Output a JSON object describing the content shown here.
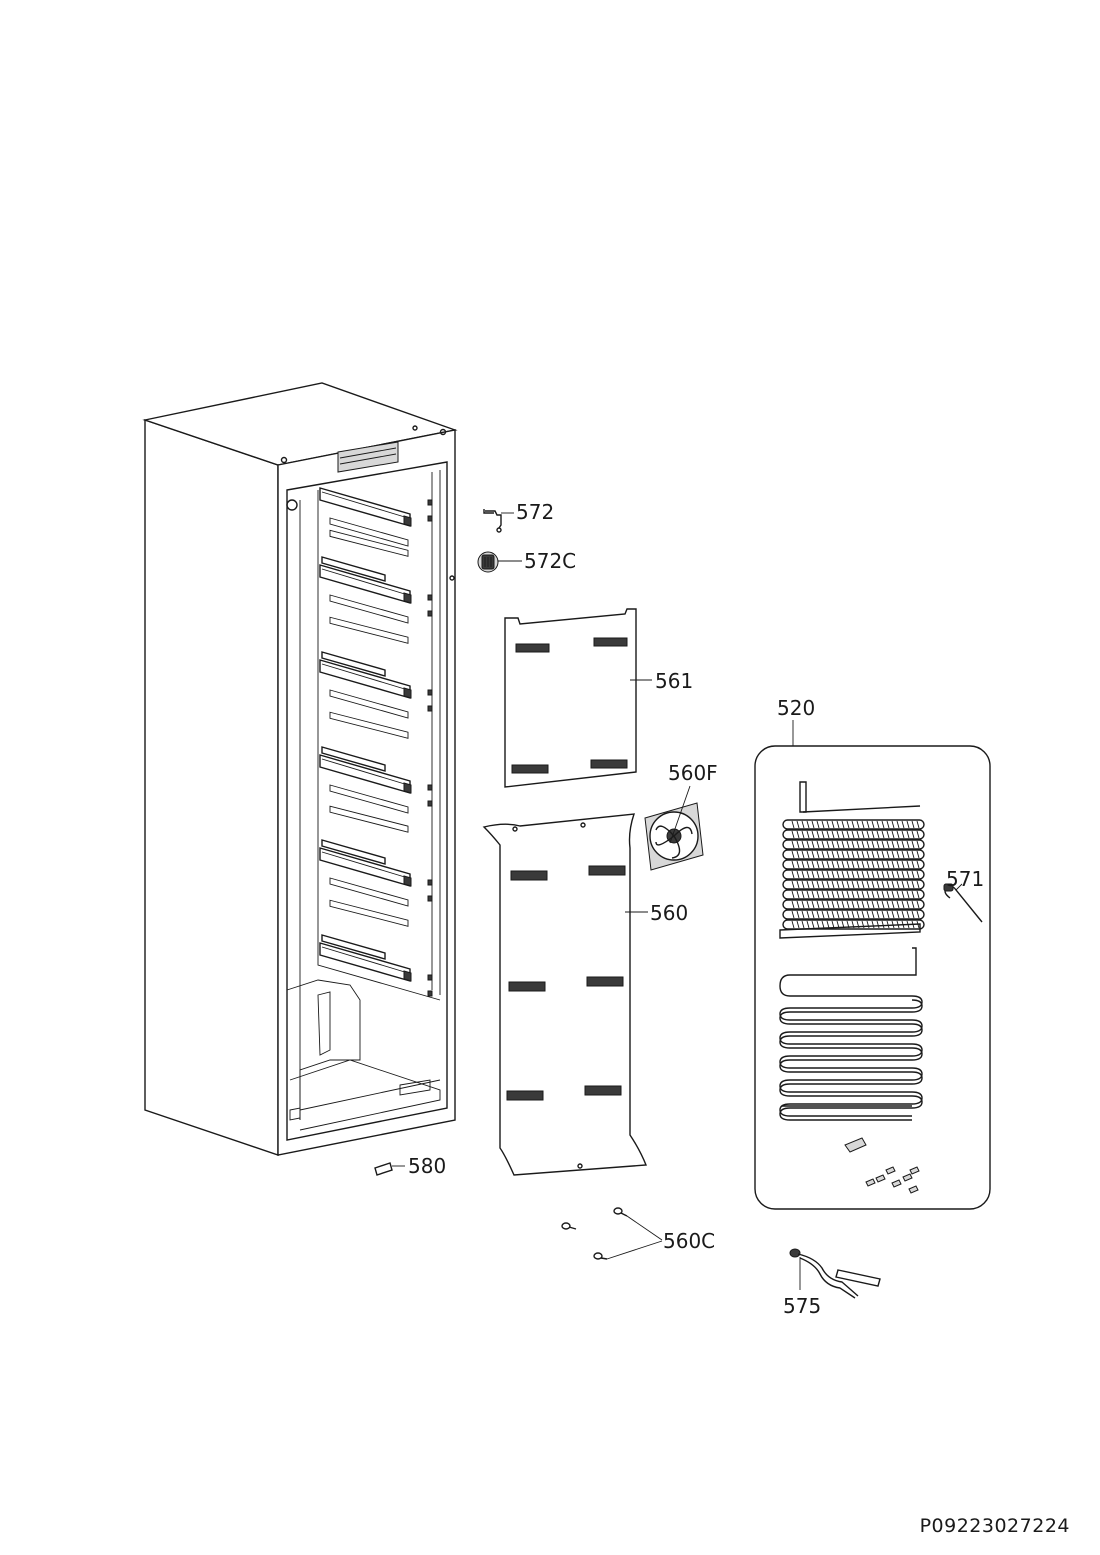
{
  "diagram": {
    "callouts": {
      "p572": "572",
      "p572c": "572C",
      "p561": "561",
      "p520": "520",
      "p560f": "560F",
      "p571": "571",
      "p560": "560",
      "p580": "580",
      "p560c": "560C",
      "p575": "575"
    },
    "document_id": "P09223027224"
  }
}
